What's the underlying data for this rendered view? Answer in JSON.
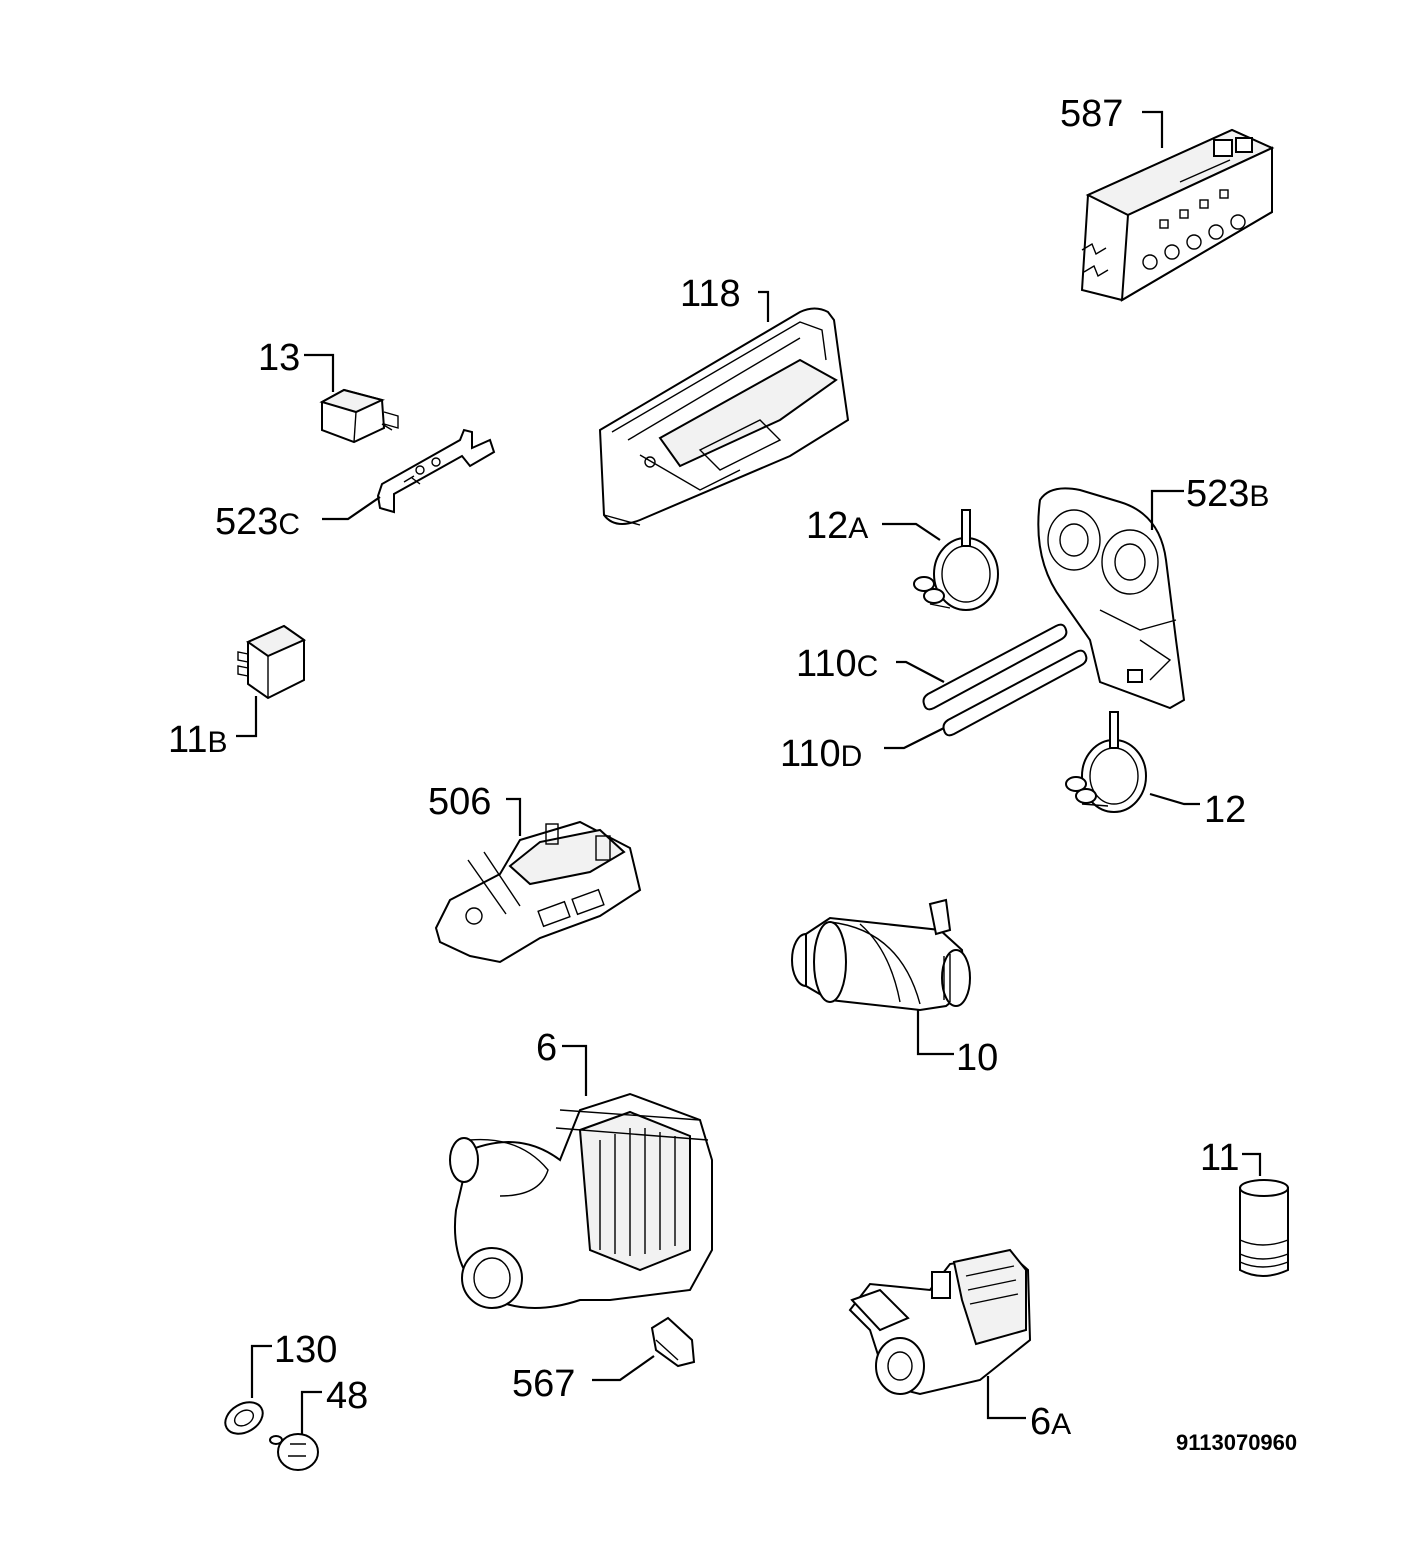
{
  "labels": {
    "p587": "587",
    "p118": "118",
    "p13": "13",
    "p523c_num": "523",
    "p523c_suf": "C",
    "p523b_num": "523",
    "p523b_suf": "B",
    "p12a_num": "12",
    "p12a_suf": "A",
    "p110c_num": "110",
    "p110c_suf": "C",
    "p110d_num": "110",
    "p110d_suf": "D",
    "p11b_num": "11",
    "p11b_suf": "B",
    "p12": "12",
    "p506": "506",
    "p10": "10",
    "p6": "6",
    "p11": "11",
    "p130": "130",
    "p48": "48",
    "p567": "567",
    "p6a_num": "6",
    "p6a_suf": "A"
  },
  "document_number": "9113070960"
}
